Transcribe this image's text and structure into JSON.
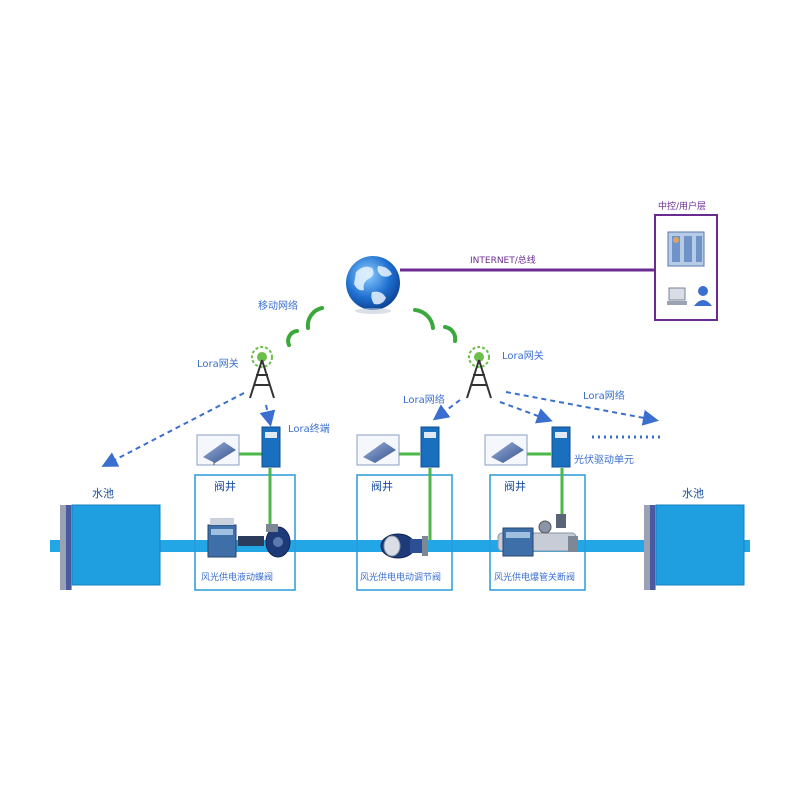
{
  "colors": {
    "pipe": "#22a6e6",
    "pool": "#1f9fe0",
    "box_border": "#2a9ad8",
    "green_wire": "#4cb84a",
    "signal": "#3aa83a",
    "dashed": "#3a6fd0",
    "internet": "#6b2c91",
    "cabinet": "#1b6fbf",
    "flange": "#4a5aa0"
  },
  "labels": {
    "internet": "INTERNET/总线",
    "control_room": "中控/用户层",
    "mobile_network": "移动网络",
    "lora_gateway_left": "Lora网关",
    "lora_gateway_right": "Lora网关",
    "lora_terminal": "Lora终端",
    "lora_network_mid": "Lora网络",
    "lora_network_right": "Lora网络",
    "pv_drive_unit": "光伏驱动单元",
    "pool_left": "水池",
    "pool_right": "水池"
  },
  "valve_wells": [
    {
      "title": "阀井",
      "caption": "风光供电液动蝶阀"
    },
    {
      "title": "阀井",
      "caption": "风光供电电动调节阀"
    },
    {
      "title": "阀井",
      "caption": "风光供电爆管关断阀"
    }
  ]
}
